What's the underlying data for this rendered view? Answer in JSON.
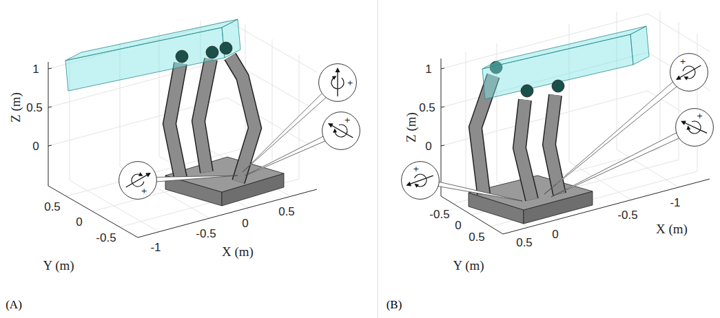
{
  "diagram": {
    "nodes": [
      {
        "text": [
          "+"
        ]
      },
      {
        "text": [
          "+"
        ]
      },
      {
        "text": [
          "+"
        ]
      },
      {
        "text": [
          "+"
        ]
      },
      {
        "text": [
          "+"
        ]
      },
      {
        "text": [
          "+"
        ]
      }
    ],
    "labels": [
      "Z (m)",
      "1",
      "0.5",
      "0",
      "Y (m)",
      "0.5",
      "0",
      "-0.5",
      "X (m)",
      "-1",
      "-0.5",
      "0",
      "0.5",
      "(A)",
      "Z (m)",
      "1",
      "0.5",
      "0",
      "Y (m)",
      "-0.5",
      "0",
      "0.5",
      "X (m)",
      "0.5",
      "0",
      "-0.5",
      "-1",
      "(B)"
    ]
  }
}
